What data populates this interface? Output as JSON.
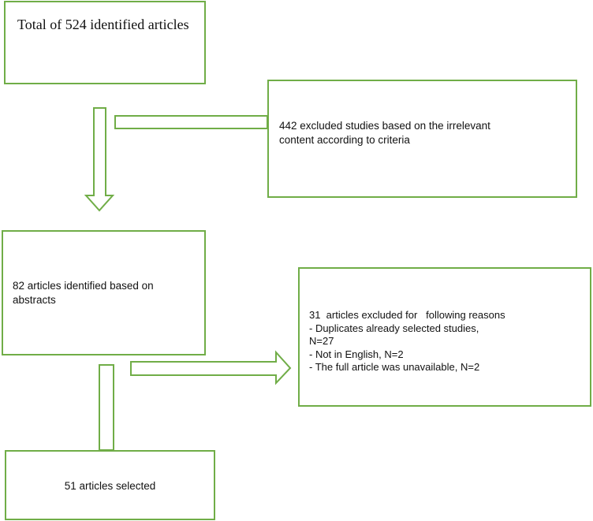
{
  "colors": {
    "border": "#70ad47",
    "arrow": "#70ad47",
    "text": "#111111"
  },
  "boxes": {
    "identified": {
      "text": "Total of 524 identified articles"
    },
    "excluded_irrelevant": {
      "lines": [
        "442 excluded studies based on the irrelevant",
        "content according to criteria"
      ]
    },
    "abstracts": {
      "lines": [
        "82 articles identified based on",
        "abstracts"
      ]
    },
    "excluded_reasons": {
      "heading": "31  articles excluded for   following reasons",
      "reasons": [
        "- Duplicates already selected studies,",
        "N=27",
        "- Not in English, N=2",
        "- The full article was unavailable, N=2"
      ]
    },
    "selected": {
      "text": "51 articles selected"
    }
  }
}
